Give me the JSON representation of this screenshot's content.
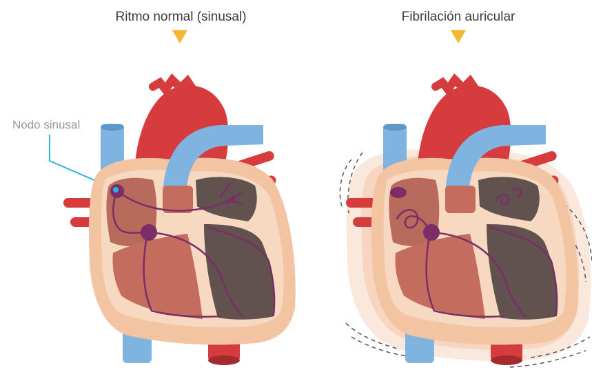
{
  "panels": [
    {
      "title": "Ritmo normal (sinusal)"
    },
    {
      "title": "Fibrilación auricular"
    }
  ],
  "annotation": {
    "label": "Nodo sinusal"
  },
  "colors": {
    "pointer": "#f5b731",
    "aorta": "#d63b3e",
    "vein": "#7fb4e0",
    "outer_tissue": "#f2c4a2",
    "inner_tissue": "#f7d9c2",
    "atrium_chamber": "#b86a5c",
    "ventricle_left": "#c46d5e",
    "ventricle_right": "#62524f",
    "conduction": "#7a2d66",
    "callout": "#29b4de"
  },
  "icons": [
    "pointer-triangle-icon",
    "heart-illustration"
  ]
}
